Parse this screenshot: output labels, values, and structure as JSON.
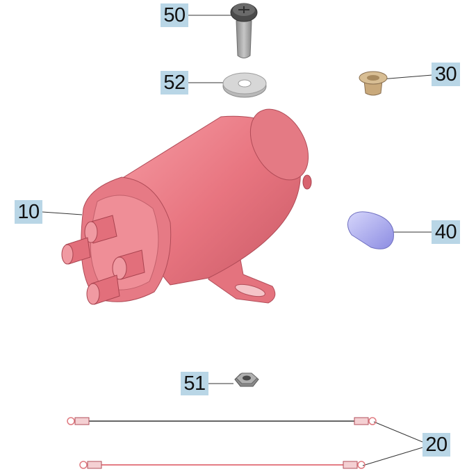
{
  "callouts": {
    "c50": "50",
    "c52": "52",
    "c30": "30",
    "c10": "10",
    "c40": "40",
    "c51": "51",
    "c20": "20"
  },
  "parts": {
    "solenoid_color": "#e8747e",
    "cap_color": "#a8a8f2",
    "bushing_color": "#c9a97b",
    "hardware_color": "#9a9a9a",
    "callout_bg": "#b9d6e6"
  }
}
